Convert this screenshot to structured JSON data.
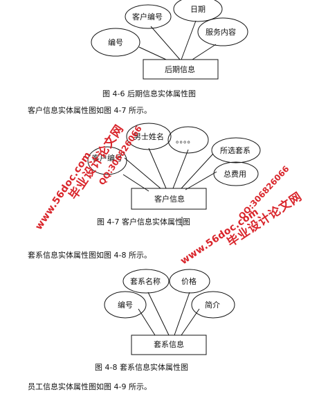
{
  "figure6": {
    "attributes": [
      "客户编号",
      "日期",
      "编号",
      "服务内容"
    ],
    "entity": "后期信息",
    "caption": "图 4-6 后期信息实体属性图"
  },
  "para1": "客户信息实体属性图如图 4-7 所示。",
  "figure7": {
    "attributes": [
      "男士姓名",
      "。。。。",
      "客户编号",
      "所选套系",
      "总费用"
    ],
    "entity": "客户信息",
    "caption": "图 4-7 客户信息实体属性图"
  },
  "para2": "套系信息实体属性图如图 4-8 所示。",
  "figure8": {
    "attributes": [
      "套系名称",
      "价格",
      "编号",
      "简介"
    ],
    "entity": "套系信息",
    "caption": "图 4-8 套系信息实体属性图"
  },
  "para3": "员工信息实体属性图如图 4-9 所示。",
  "watermark": {
    "site": "www.56doc.com",
    "qq": "QQ:306826066",
    "name": "毕业设计论文网"
  },
  "colors": {
    "line": "#111111",
    "watermark": "#d9252b"
  }
}
